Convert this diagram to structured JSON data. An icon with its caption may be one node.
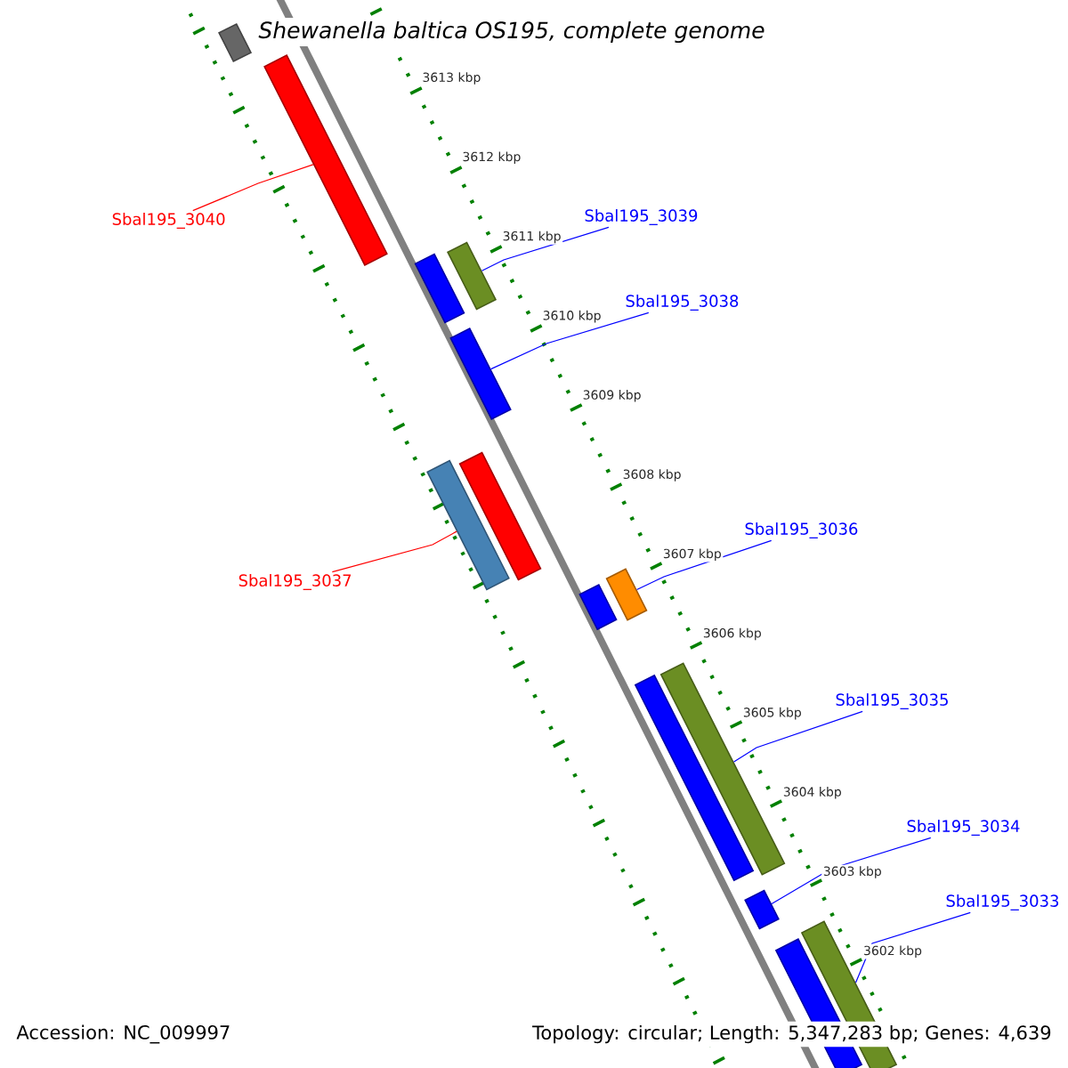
{
  "diagram": {
    "title": "Shewanella baltica OS195, complete genome",
    "nodes": [
      {
        "text": [],
        "shape": "bar"
      },
      {
        "text": [],
        "shape": "bar"
      },
      {
        "text": [],
        "shape": "bar"
      },
      {
        "text": [],
        "shape": "bar"
      },
      {
        "text": [],
        "shape": "bar"
      },
      {
        "text": [],
        "shape": "bar"
      },
      {
        "text": [],
        "shape": "bar"
      },
      {
        "text": [],
        "shape": "bar"
      },
      {
        "text": [],
        "shape": "bar"
      },
      {
        "text": [],
        "shape": "bar"
      },
      {
        "text": [],
        "shape": "bar"
      },
      {
        "text": [],
        "shape": "bar"
      },
      {
        "text": [],
        "shape": "bar"
      },
      {
        "text": [],
        "shape": "bar"
      },
      {
        "text": [
          "Sbal195_3040"
        ]
      },
      {
        "text": [
          "Sbal195_3039"
        ]
      },
      {
        "text": [
          "Sbal195_3038"
        ]
      },
      {
        "text": [
          "Sbal195_3037"
        ]
      },
      {
        "text": [
          "Sbal195_3036"
        ]
      },
      {
        "text": [
          "Sbal195_3035"
        ]
      },
      {
        "text": [
          "Sbal195_3034"
        ]
      },
      {
        "text": [
          "Sbal195_3033"
        ]
      }
    ],
    "edges": [
      {
        "from": 14,
        "to": 1,
        "arrow": "none",
        "color": "#ff0000"
      },
      {
        "from": 15,
        "to": 3,
        "arrow": "none"
      },
      {
        "from": 16,
        "to": 4,
        "arrow": "none"
      },
      {
        "from": 17,
        "to": 5,
        "arrow": "none",
        "color": "#ff0000"
      },
      {
        "from": 18,
        "to": 8,
        "arrow": "none"
      },
      {
        "from": 19,
        "to": 10,
        "arrow": "none"
      },
      {
        "from": 20,
        "to": 11,
        "arrow": "none"
      },
      {
        "from": 21,
        "to": 13,
        "arrow": "none"
      }
    ],
    "labels": [
      "3613 kbp",
      "3612 kbp",
      "3611 kbp",
      "3610 kbp",
      "3609 kbp",
      "3608 kbp",
      "3607 kbp",
      "3606 kbp",
      "3605 kbp",
      "3604 kbp",
      "3603 kbp",
      "3602 kbp",
      "Accession: NC_009997",
      "Topology: circular; Length: 5,347,283 bp; Genes: 4,639"
    ]
  }
}
